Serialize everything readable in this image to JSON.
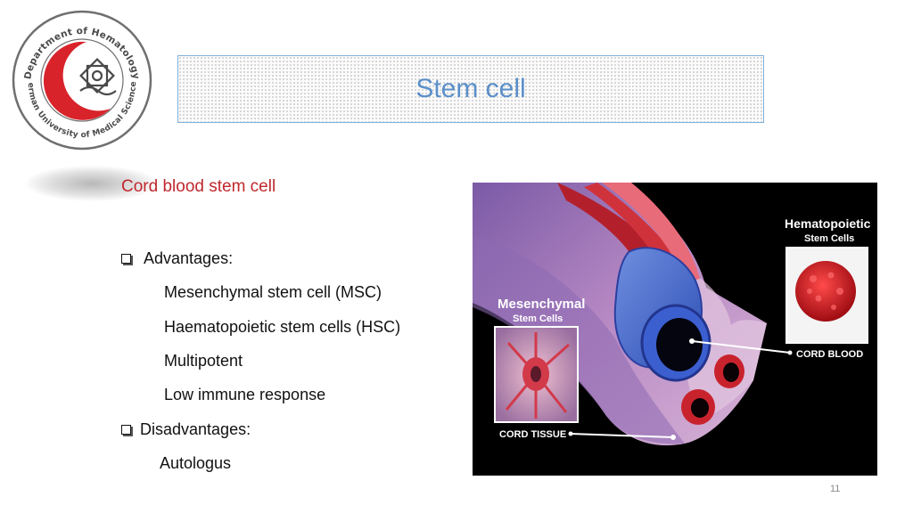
{
  "slide": {
    "title": "Stem cell",
    "subtitle": "Cord blood stem cell",
    "advantages_label": "Advantages:",
    "advantages": [
      "Mesenchymal stem cell (MSC)",
      "Haematopoietic stem cells (HSC)",
      "Multipotent",
      "Low immune response"
    ],
    "disadvantages_label": "Disadvantages:",
    "disadvantages": [
      "Autologus"
    ],
    "page_number": "11"
  },
  "logo": {
    "top_text": "Department of Hematology",
    "bottom_text": "Kerman University of Medical Sciences"
  },
  "figure": {
    "mesenchymal_title": "Mesenchymal",
    "mesenchymal_sub": "Stem Cells",
    "hematopoietic_title": "Hematopoietic",
    "hematopoietic_sub": "Stem Cells",
    "cord_blood_label": "CORD BLOOD",
    "cord_tissue_label": "CORD TISSUE"
  },
  "colors": {
    "title": "#5b8fc9",
    "subtitle": "#c0282d",
    "logo_red": "#d8232a"
  }
}
